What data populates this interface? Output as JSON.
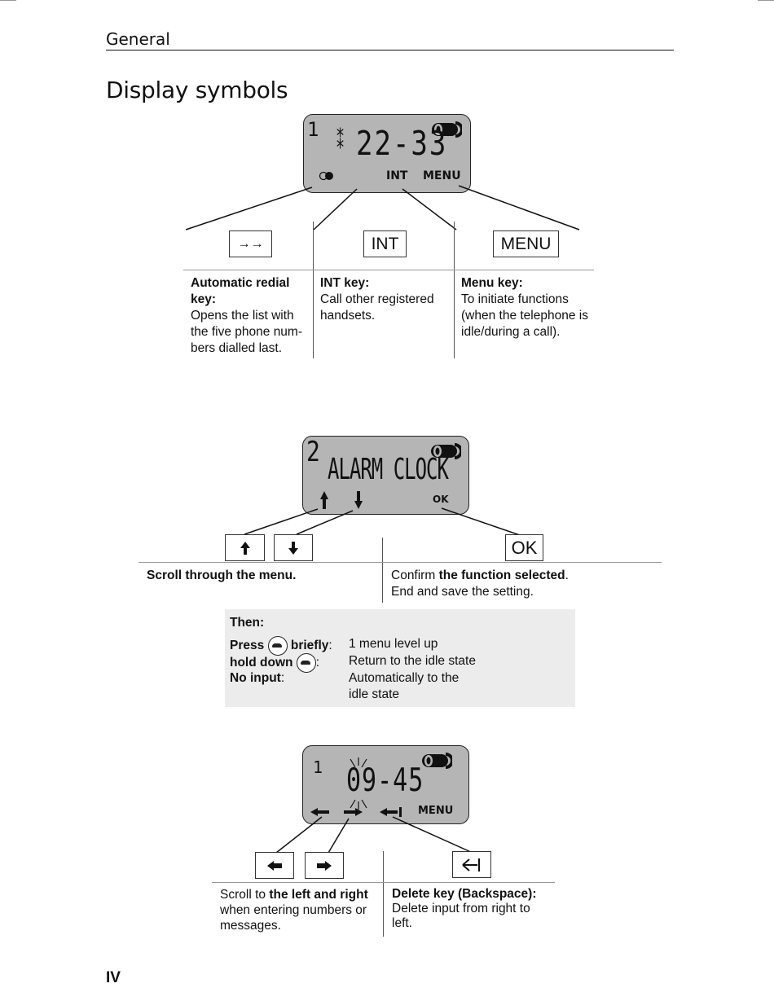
{
  "header": {
    "title": "General"
  },
  "section_title": "Display symbols",
  "display1": {
    "line_number": "1",
    "time": "22-33",
    "softkeys": {
      "int": "INT",
      "menu": "MENU"
    },
    "keys": {
      "redial_glyph": "→→",
      "int": "INT",
      "menu": "MENU"
    },
    "descriptions": {
      "redial": {
        "title": "Automatic redial key:",
        "body": "Opens the list with the five phone num-bers dialled last."
      },
      "int": {
        "title": "INT key:",
        "body": "Call  other registered handsets."
      },
      "menu": {
        "title": "Menu key:",
        "body": "To initiate functions (when the telephone is idle/during a call)."
      }
    }
  },
  "display2": {
    "line_number": "2",
    "text": "ALARM CLOCK",
    "softkeys": {
      "up": "▲",
      "down": "▼",
      "ok": "OK"
    },
    "keys": {
      "up": "⬆",
      "down": "⬇",
      "ok": "OK"
    },
    "descriptions": {
      "scroll": "Scroll through the menu.",
      "confirm_prefix": "Confirm ",
      "confirm_bold": "the function selected",
      "confirm_suffix": ".",
      "confirm_line2": "End and save the setting."
    },
    "then_box": {
      "heading": "Then:",
      "rows": [
        {
          "label_a": "Press",
          "label_b": "briefly",
          "label_c": ":",
          "value": "1 menu level up"
        },
        {
          "label_a": "hold down",
          "label_b": "",
          "label_c": ":",
          "value": "Return to the idle state"
        },
        {
          "label_a": "No input",
          "label_b": "",
          "label_c": ":",
          "value": "Automatically to the"
        },
        {
          "label_a": "",
          "label_b": "",
          "label_c": "",
          "value": "idle state"
        }
      ]
    }
  },
  "display3": {
    "line_number": "1",
    "time": "09-45",
    "softkeys": {
      "menu": "MENU"
    },
    "keys": {
      "left": "⬅",
      "right": "➡",
      "backspace": "⟻"
    },
    "descriptions": {
      "scroll_prefix": "Scroll to ",
      "scroll_bold": "the left and right",
      "scroll_suffix": "when entering numbers or messages.",
      "delete_title": "Delete key (Backspace):",
      "delete_body": "Delete input from right to left."
    }
  },
  "page_number": "IV"
}
